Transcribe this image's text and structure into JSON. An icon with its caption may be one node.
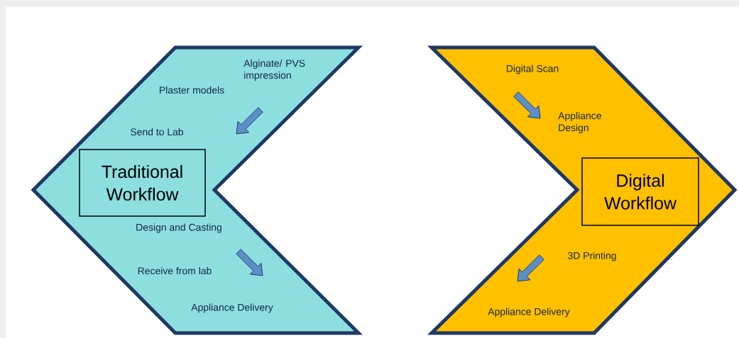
{
  "diagram": {
    "nodes": [
      {
        "text": [
          "Alginate/ PVS impression",
          "Plaster models",
          "Send to Lab",
          "Design and Casting",
          "Receive from lab",
          "Appliance Delivery"
        ]
      },
      {
        "text": [
          "Traditional Workflow"
        ],
        "in": 0
      },
      {
        "text": [
          "Digital Scan",
          "Appliance Design",
          "3D Printing",
          "Appliance Delivery"
        ]
      },
      {
        "text": [
          "Digital Workflow"
        ],
        "in": 2
      }
    ]
  }
}
